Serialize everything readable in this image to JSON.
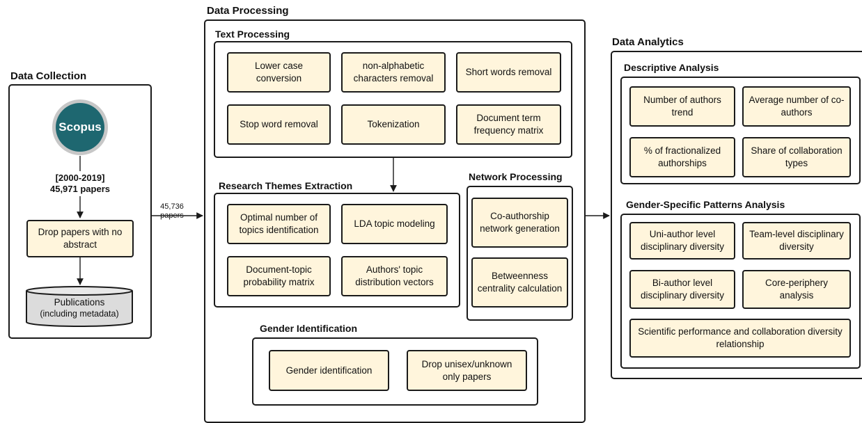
{
  "collection": {
    "title": "Data Collection",
    "logo_text": "Scopus",
    "years": "[2000-2019]",
    "papers": "45,971 papers",
    "drop_box": "Drop papers with no abstract",
    "db_line1": "Publications",
    "db_line2": "(including metadata)"
  },
  "transfer": {
    "count": "45,736",
    "unit": "papers"
  },
  "processing": {
    "title": "Data Processing",
    "text": {
      "title": "Text Processing",
      "items": [
        "Lower case conversion",
        "non-alphabetic characters removal",
        "Short words removal",
        "Stop word removal",
        "Tokenization",
        "Document term frequency matrix"
      ]
    },
    "themes": {
      "title": "Research Themes Extraction",
      "items": [
        "Optimal number of topics identification",
        "LDA topic modeling",
        "Document-topic probability matrix",
        "Authors' topic distribution vectors"
      ]
    },
    "network": {
      "title": "Network Processing",
      "items": [
        "Co-authorship network generation",
        "Betweenness centrality calculation"
      ]
    },
    "gender": {
      "title": "Gender Identification",
      "items": [
        "Gender identification",
        "Drop unisex/unknown only papers"
      ]
    }
  },
  "analytics": {
    "title": "Data Analytics",
    "descriptive": {
      "title": "Descriptive Analysis",
      "items": [
        "Number of authors trend",
        "Average number of co-authors",
        "% of fractionalized authorships",
        "Share of collaboration types"
      ]
    },
    "gender_patterns": {
      "title": "Gender-Specific Patterns Analysis",
      "items": [
        "Uni-author level disciplinary diversity",
        "Team-level disciplinary diversity",
        "Bi-author level disciplinary diversity",
        "Core-periphery analysis",
        "Scientific performance and collaboration diversity relationship"
      ]
    }
  }
}
